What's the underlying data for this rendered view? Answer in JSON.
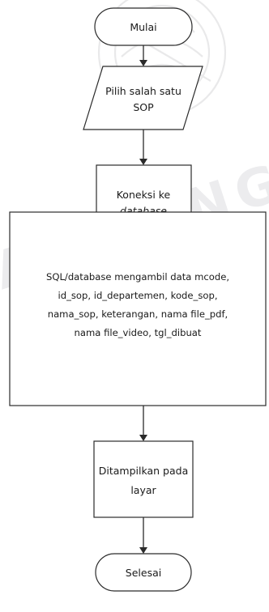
{
  "flowchart": {
    "start": {
      "shape": "terminator",
      "lines": [
        "Mulai"
      ]
    },
    "input": {
      "shape": "parallelogram",
      "lines": [
        "Pilih salah satu",
        "SOP"
      ]
    },
    "connect": {
      "shape": "process",
      "lines": [
        "Koneksi ke",
        "database"
      ],
      "italic_line": 1
    },
    "query": {
      "shape": "process",
      "lines": [
        "SQL/database mengambil data mcode,",
        "id_sop, id_departemen, kode_sop,",
        "nama_sop, keterangan, nama file_pdf,",
        "nama file_video, tgl_dibuat"
      ]
    },
    "display": {
      "shape": "process",
      "lines": [
        "Ditampilkan pada",
        "layar"
      ]
    },
    "end": {
      "shape": "terminator",
      "lines": [
        "Selesai"
      ]
    }
  },
  "watermark": {
    "text": "ANDUNG"
  },
  "colors": {
    "stroke": "#2b2b2b",
    "fill": "#ffffff",
    "text": "#1a1a1a",
    "watermark": "#e9e9ea"
  }
}
